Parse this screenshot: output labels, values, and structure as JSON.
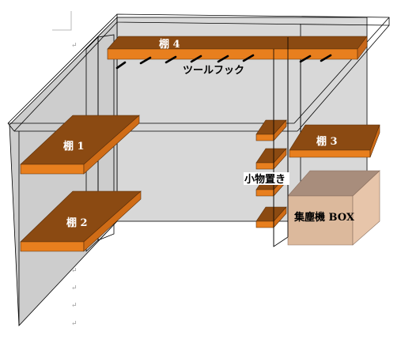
{
  "labels": {
    "shelf4": "棚 4",
    "shelf1": "棚 1",
    "shelf2": "棚 2",
    "shelf3": "棚 3",
    "tool_hook": "ツールフック",
    "small_items": "小物置き",
    "dust_box": "集塵機 BOX"
  },
  "colors": {
    "shelf_top": "#8b4a12",
    "shelf_front": "#e87f1e",
    "wall": "#d8d8d8",
    "box_front": "#dcb99c",
    "box_top": "#a88d7c",
    "box_side": "#e7c5aa",
    "hooks": "#000000"
  }
}
